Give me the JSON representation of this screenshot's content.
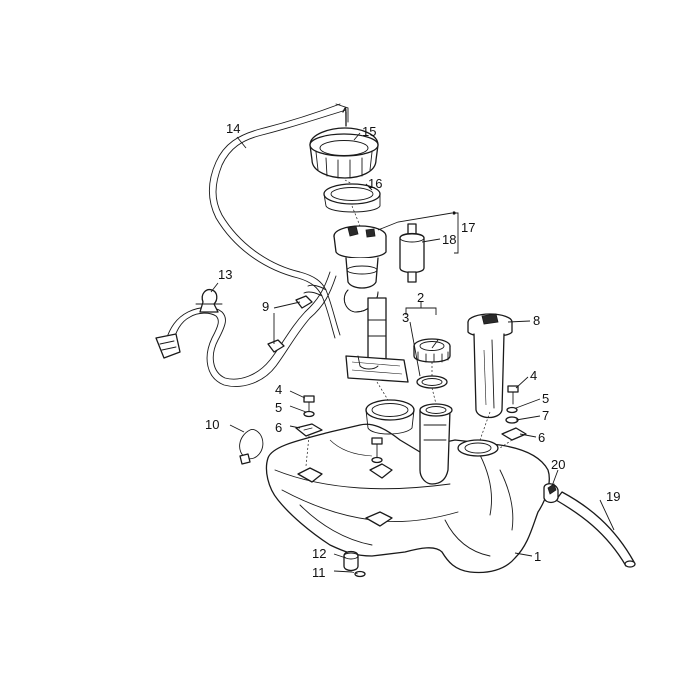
{
  "diagram": {
    "callouts": [
      {
        "id": "c1",
        "label": "1"
      },
      {
        "id": "c2",
        "label": "2"
      },
      {
        "id": "c3",
        "label": "3"
      },
      {
        "id": "c4a",
        "label": "4"
      },
      {
        "id": "c4b",
        "label": "4"
      },
      {
        "id": "c5a",
        "label": "5"
      },
      {
        "id": "c5b",
        "label": "5"
      },
      {
        "id": "c6a",
        "label": "6"
      },
      {
        "id": "c6b",
        "label": "6"
      },
      {
        "id": "c7",
        "label": "7"
      },
      {
        "id": "c8",
        "label": "8"
      },
      {
        "id": "c9",
        "label": "9"
      },
      {
        "id": "c10",
        "label": "10"
      },
      {
        "id": "c11",
        "label": "11"
      },
      {
        "id": "c12",
        "label": "12"
      },
      {
        "id": "c13",
        "label": "13"
      },
      {
        "id": "c14",
        "label": "14"
      },
      {
        "id": "c15",
        "label": "15"
      },
      {
        "id": "c16",
        "label": "16"
      },
      {
        "id": "c17",
        "label": "17"
      },
      {
        "id": "c18",
        "label": "18"
      },
      {
        "id": "c19",
        "label": "19"
      },
      {
        "id": "c20",
        "label": "20"
      }
    ]
  }
}
